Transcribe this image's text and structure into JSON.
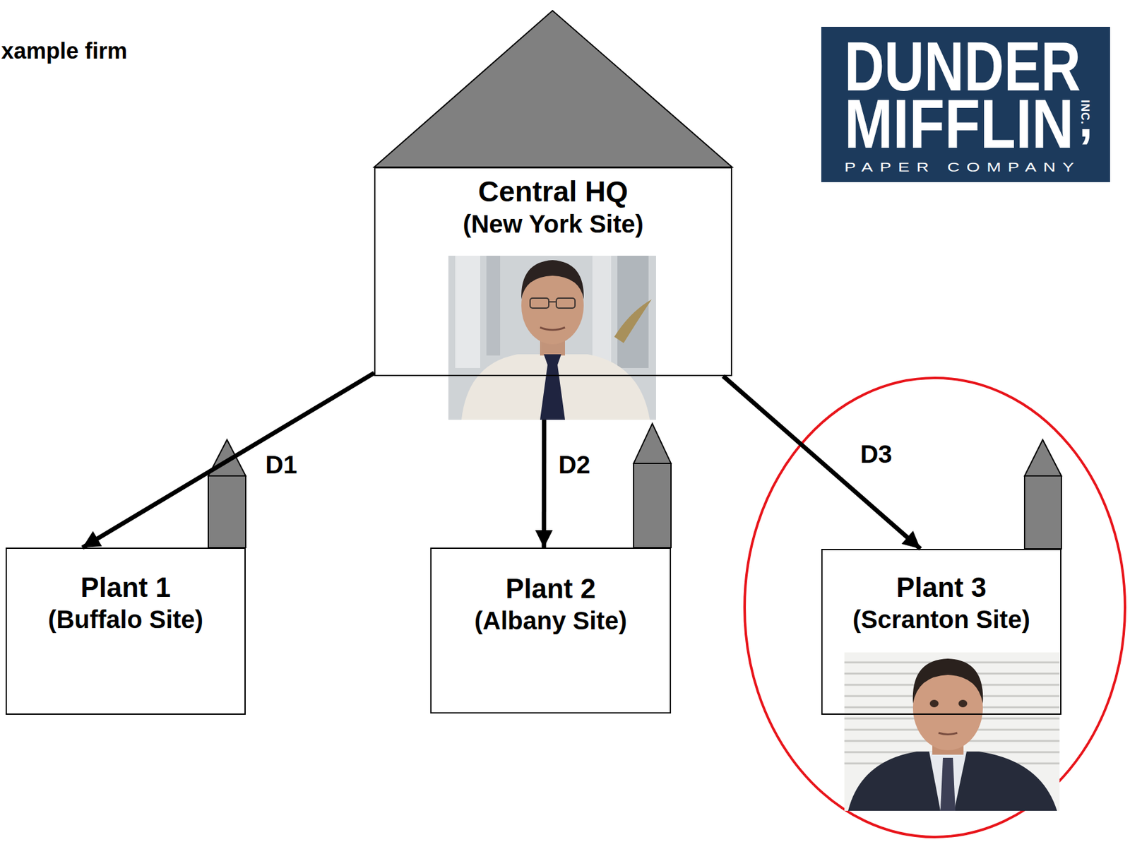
{
  "diagram": {
    "title": "xample firm",
    "nodes": [
      {
        "text": [
          "Central HQ",
          "(New York Site)"
        ]
      },
      {
        "text": [
          "Plant 1",
          "(Buffalo Site)"
        ]
      },
      {
        "text": [
          "Plant 2",
          "(Albany Site)"
        ]
      },
      {
        "text": [
          "Plant 3",
          "(Scranton Site)"
        ]
      }
    ],
    "edges": [
      {
        "from": 0,
        "to": 1,
        "label": "D1",
        "arrow": "to"
      },
      {
        "from": 0,
        "to": 2,
        "label": "D2",
        "arrow": "to"
      },
      {
        "from": 0,
        "to": 3,
        "label": "D3",
        "arrow": "to"
      }
    ],
    "labels": [
      "DUNDER",
      "MIFFLIN",
      "INC.",
      ",",
      "PAPER COMPANY"
    ]
  }
}
